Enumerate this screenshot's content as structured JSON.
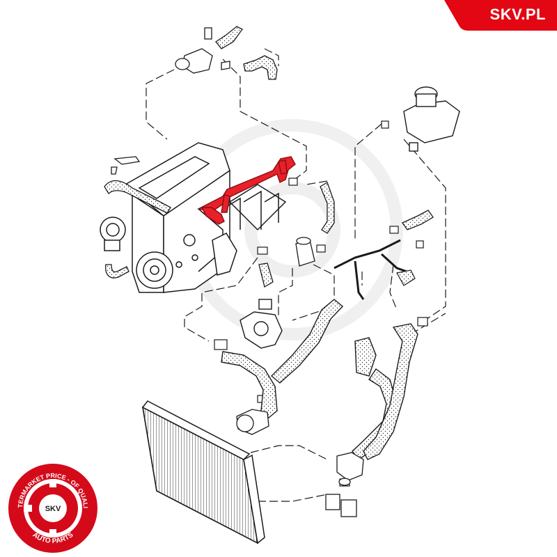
{
  "brand": {
    "site_label": "SKV.PL",
    "accent_color": "#e30613"
  },
  "seal": {
    "ring_text": "AFTERMARKET PRICE - OF QUALITY",
    "center_text": "SKV",
    "bottom_text": "AUTO PARTS",
    "color": "#d40a1a"
  },
  "diagram": {
    "highlighted_part": "coolant-pipe",
    "highlight_color": "#e8202a",
    "line_color": "#1a1a1a"
  }
}
